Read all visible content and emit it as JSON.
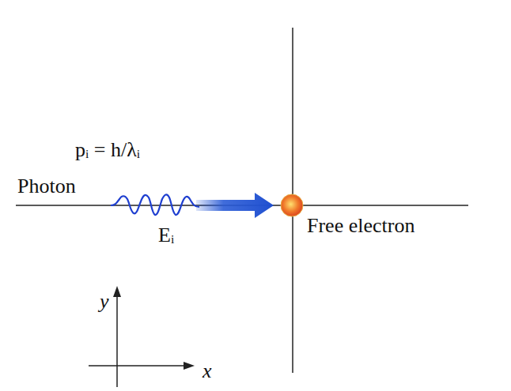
{
  "diagram": {
    "labels": [
      "pᵢ = h/λᵢ",
      "Photon",
      "Eᵢ",
      "Free electron",
      "y",
      "x"
    ]
  }
}
